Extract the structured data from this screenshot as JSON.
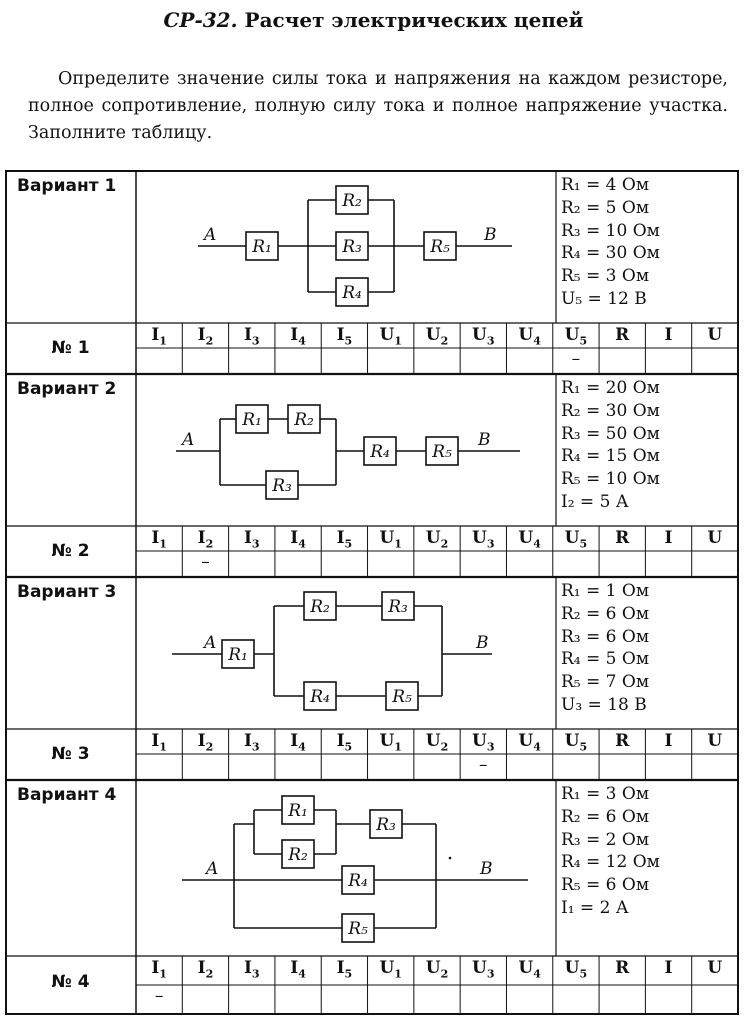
{
  "title": {
    "code": "СР-32.",
    "text": "Расчет электрических цепей"
  },
  "intro": "Определите значение силы тока и напряжения на каждом резисторе, полное сопротивление, полную силу тока и полное напряжение участка. Заполните таблицу.",
  "columns": [
    {
      "base": "I",
      "sub": "1"
    },
    {
      "base": "I",
      "sub": "2"
    },
    {
      "base": "I",
      "sub": "3"
    },
    {
      "base": "I",
      "sub": "4"
    },
    {
      "base": "I",
      "sub": "5"
    },
    {
      "base": "U",
      "sub": "1"
    },
    {
      "base": "U",
      "sub": "2"
    },
    {
      "base": "U",
      "sub": "3"
    },
    {
      "base": "U",
      "sub": "4"
    },
    {
      "base": "U",
      "sub": "5"
    },
    {
      "base": "R",
      "sub": ""
    },
    {
      "base": "I",
      "sub": ""
    },
    {
      "base": "U",
      "sub": ""
    }
  ],
  "variants": [
    {
      "label": "Вариант 1",
      "number": "№ 1",
      "dash_column": 9,
      "dash": "–",
      "params": [
        "R₁ = 4 Ом",
        "R₂ = 5 Ом",
        "R₃ = 10 Ом",
        "R₄ = 30 Ом",
        "R₅ = 3 Ом",
        "U₅ = 12 В"
      ],
      "circuit": {
        "a": "A",
        "b": "B",
        "r1": "R₁",
        "r2": "R₂",
        "r3": "R₃",
        "r4": "R₄",
        "r5": "R₅"
      }
    },
    {
      "label": "Вариант 2",
      "number": "№ 2",
      "dash_column": 1,
      "dash": "–",
      "params": [
        "R₁ = 20 Ом",
        "R₂ = 30 Ом",
        "R₃ = 50 Ом",
        "R₄ = 15 Ом",
        "R₅ = 10 Ом",
        "I₂ = 5 А"
      ],
      "circuit": {
        "a": "A",
        "b": "B",
        "r1": "R₁",
        "r2": "R₂",
        "r3": "R₃",
        "r4": "R₄",
        "r5": "R₅"
      }
    },
    {
      "label": "Вариант 3",
      "number": "№ 3",
      "dash_column": 7,
      "dash": "–",
      "params": [
        "R₁ = 1 Ом",
        "R₂ = 6 Ом",
        "R₃ = 6 Ом",
        "R₄ = 5 Ом",
        "R₅ = 7 Ом",
        "U₃ = 18 В"
      ],
      "circuit": {
        "a": "A",
        "b": "B",
        "r1": "R₁",
        "r2": "R₂",
        "r3": "R₃",
        "r4": "R₄",
        "r5": "R₅"
      }
    },
    {
      "label": "Вариант 4",
      "number": "№ 4",
      "dash_column": 0,
      "dash": "–",
      "params": [
        "R₁ = 3 Ом",
        "R₂ = 6 Ом",
        "R₃ = 2 Ом",
        "R₄ = 12 Ом",
        "R₅ = 6 Ом",
        "I₁ = 2 А"
      ],
      "circuit": {
        "a": "A",
        "b": "B",
        "r1": "R₁",
        "r2": "R₂",
        "r3": "R₃",
        "r4": "R₄",
        "r5": "R₅"
      }
    }
  ]
}
